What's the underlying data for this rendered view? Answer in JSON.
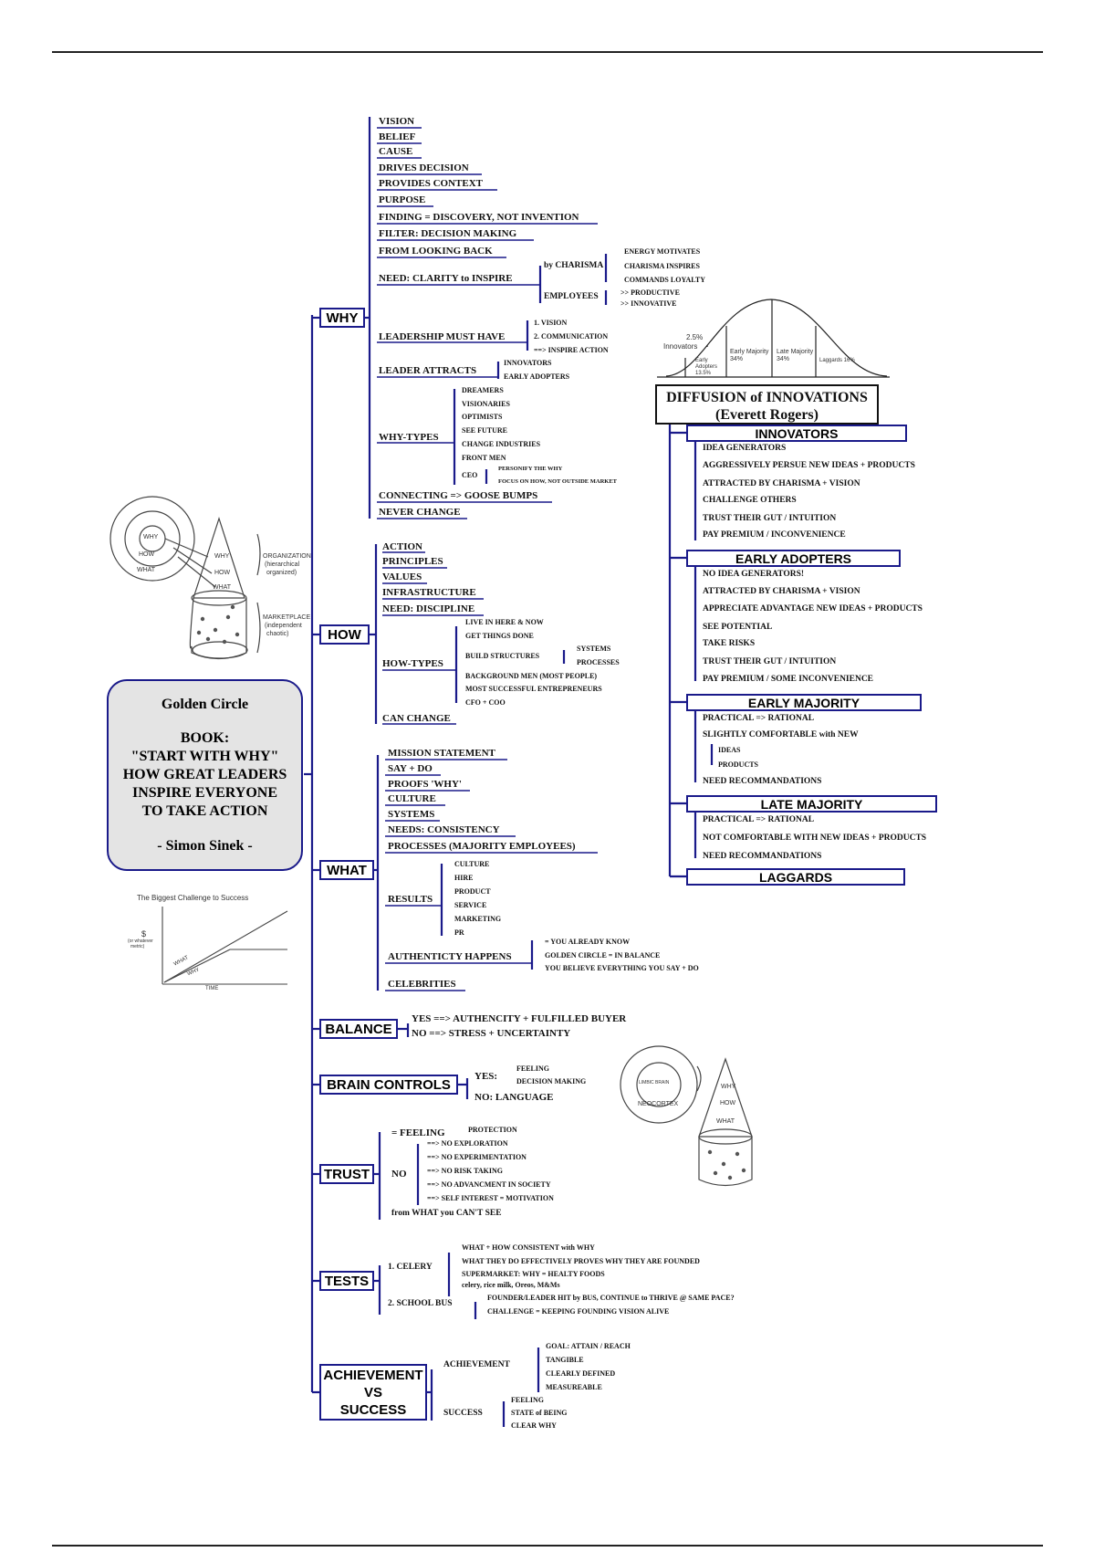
{
  "center": {
    "title": "Golden Circle",
    "book_lines": [
      "BOOK:",
      "\"START WITH WHY\"",
      "HOW GREAT LEADERS",
      "INSPIRE EVERYONE",
      "TO TAKE ACTION"
    ],
    "author": "- Simon Sinek -"
  },
  "branches": {
    "why": "WHY",
    "how": "HOW",
    "what": "WHAT",
    "balance": "BALANCE",
    "brain": "BRAIN CONTROLS",
    "trust": "TRUST",
    "tests": "TESTS",
    "achievement": [
      "ACHIEVEMENT",
      "VS",
      "SUCCESS"
    ]
  },
  "why": {
    "items": [
      "VISION",
      "BELIEF",
      "CAUSE",
      "DRIVES DECISION",
      "PROVIDES CONTEXT",
      "PURPOSE",
      "FINDING = DISCOVERY, NOT INVENTION",
      "FILTER: DECISION MAKING",
      "FROM LOOKING BACK"
    ],
    "need": "NEED: CLARITY to INSPIRE",
    "charisma": "by CHARISMA",
    "charisma_items": [
      "ENERGY MOTIVATES",
      "CHARISMA INSPIRES",
      "COMMANDS LOYALTY"
    ],
    "employees": "EMPLOYEES",
    "employees_items": [
      ">> PRODUCTIVE",
      ">> INNOVATIVE"
    ],
    "leadership": "LEADERSHIP MUST HAVE",
    "leadership_items": [
      "1. VISION",
      "2. COMMUNICATION",
      "==> INSPIRE ACTION"
    ],
    "attracts": "LEADER ATTRACTS",
    "attracts_items": [
      "INNOVATORS",
      "EARLY ADOPTERS"
    ],
    "types": "WHY-TYPES",
    "types_items": [
      "DREAMERS",
      "VISIONARIES",
      "OPTIMISTS",
      "SEE FUTURE",
      "CHANGE INDUSTRIES",
      "FRONT MEN"
    ],
    "ceo": "CEO",
    "ceo_items": [
      "PERSONIFY THE WHY",
      "FOCUS ON HOW, NOT OUTSIDE MARKET"
    ],
    "connecting": "CONNECTING => GOOSE BUMPS",
    "never": "NEVER CHANGE"
  },
  "how": {
    "items": [
      "ACTION",
      "PRINCIPLES",
      "VALUES",
      "INFRASTRUCTURE",
      "NEED: DISCIPLINE"
    ],
    "types": "HOW-TYPES",
    "types_items": [
      "LIVE IN HERE & NOW",
      "GET THINGS DONE",
      "BUILD STRUCTURES",
      "BACKGROUND MEN (MOST PEOPLE)",
      "MOST SUCCESSFUL ENTREPRENEURS",
      "CFO + COO"
    ],
    "structures": [
      "SYSTEMS",
      "PROCESSES"
    ],
    "can_change": "CAN CHANGE"
  },
  "what": {
    "items": [
      "MISSION STATEMENT",
      "SAY + DO",
      "PROOFS 'WHY'",
      "CULTURE",
      "SYSTEMS",
      "NEEDS: CONSISTENCY",
      "PROCESSES (MAJORITY EMPLOYEES)"
    ],
    "results": "RESULTS",
    "results_items": [
      "CULTURE",
      "HIRE",
      "PRODUCT",
      "SERVICE",
      "MARKETING",
      "PR"
    ],
    "authenticity": "AUTHENTICTY HAPPENS",
    "authenticity_items": [
      "= YOU ALREADY KNOW",
      "GOLDEN CIRCLE = IN BALANCE",
      "YOU BELIEVE EVERYTHING YOU SAY + DO"
    ],
    "celebrities": "CELEBRITIES"
  },
  "balance": {
    "items": [
      "YES ==> AUTHENCITY + FULFILLED BUYER",
      "NO ==> STRESS + UNCERTAINTY"
    ]
  },
  "brain": {
    "yes": "YES:",
    "yes_items": [
      "FEELING",
      "DECISION MAKING"
    ],
    "no": "NO: LANGUAGE"
  },
  "trust": {
    "feeling": "= FEELING",
    "protection": "PROTECTION",
    "no": "NO",
    "no_items": [
      "==> NO EXPLORATION",
      "==> NO EXPERIMENTATION",
      "==> NO RISK TAKING",
      "==> NO ADVANCMENT IN SOCIETY",
      "==> SELF INTEREST = MOTIVATION"
    ],
    "from": "from WHAT you CAN'T SEE"
  },
  "tests": {
    "celery": "1. CELERY",
    "celery_items": [
      "WHAT + HOW CONSISTENT with WHY",
      "WHAT THEY DO EFFECTIVELY PROVES WHY THEY ARE FOUNDED",
      "SUPERMARKET: WHY = HEALTY FOODS",
      "celery, rice milk, Oreos, M&Ms"
    ],
    "bus": "2. SCHOOL BUS",
    "bus_items": [
      "FOUNDER/LEADER HIT by BUS, CONTINUE to THRIVE @ SAME PACE?",
      "CHALLENGE = KEEPING FOUNDING VISION ALIVE"
    ]
  },
  "ach": {
    "achievement": "ACHIEVEMENT",
    "achievement_items": [
      "GOAL: ATTAIN / REACH",
      "TANGIBLE",
      "CLEARLY DEFINED",
      "MEASUREABLE"
    ],
    "success": "SUCCESS",
    "success_items": [
      "FEELING",
      "STATE of BEING",
      "CLEAR WHY"
    ]
  },
  "diffusion": {
    "title": [
      "DIFFUSION of INNOVATIONS",
      "(Everett Rogers)"
    ],
    "innovators": "INNOVATORS",
    "innovators_items": [
      "IDEA GENERATORS",
      "AGGRESSIVELY PERSUE NEW IDEAS + PRODUCTS",
      "ATTRACTED BY CHARISMA + VISION",
      "CHALLENGE OTHERS",
      "TRUST THEIR GUT / INTUITION",
      "PAY PREMIUM / INCONVENIENCE"
    ],
    "early_adopters": "EARLY ADOPTERS",
    "early_adopters_items": [
      "NO IDEA GENERATORS!",
      "ATTRACTED BY CHARISMA + VISION",
      "APPRECIATE ADVANTAGE NEW IDEAS + PRODUCTS",
      "SEE POTENTIAL",
      "TAKE RISKS",
      "TRUST THEIR GUT / INTUITION",
      "PAY PREMIUM / SOME INCONVENIENCE"
    ],
    "early_majority": "EARLY MAJORITY",
    "early_majority_items": [
      "PRACTICAL => RATIONAL",
      "SLIGHTLY COMFORTABLE with NEW",
      "IDEAS",
      "PRODUCTS",
      "NEED RECOMMANDATIONS"
    ],
    "late_majority": "LATE MAJORITY",
    "late_majority_items": [
      "PRACTICAL => RATIONAL",
      "NOT COMFORTABLE WITH NEW IDEAS + PRODUCTS",
      "NEED RECOMMANDATIONS"
    ],
    "laggards": "LAGGARDS",
    "curve_labels": [
      "2.5%",
      "Innovators",
      "Early Adopters 13.5%",
      "Early Majority 34%",
      "Late Majority 34%",
      "Laggards 16%"
    ]
  },
  "sketches": {
    "circle_labels": [
      "WHY",
      "HOW",
      "WHAT"
    ],
    "cone_side": [
      "ORGANIZATION",
      "(hierarchical",
      "organized)",
      "MARKETPLACE",
      "(independent",
      "chaotic)"
    ],
    "brain_labels": [
      "LIMBIC BRAIN",
      "NEOCORTEX"
    ],
    "chart_title": "The Biggest Challenge to Success",
    "chart_ylabel": [
      "$",
      "(or whatever",
      "metric)"
    ],
    "chart_lines": [
      "WHAT",
      "WHY"
    ],
    "chart_xlabel": "TIME"
  }
}
